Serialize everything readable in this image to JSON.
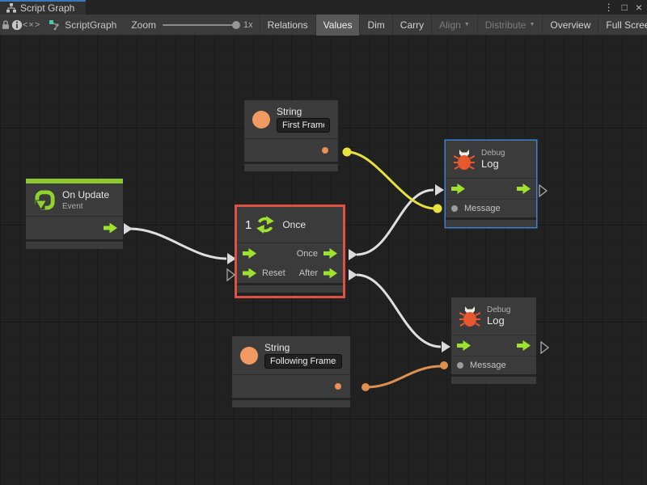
{
  "tab": {
    "title": "Script Graph"
  },
  "window_controls": {
    "menu": "⋮",
    "maximize": "□",
    "close": "×"
  },
  "toolbar": {
    "code_icon_glyph": "<×>",
    "graph_name": "ScriptGraph",
    "zoom_label": "Zoom",
    "zoom_value": "1x",
    "dropdown_glyph": "▼",
    "buttons": [
      {
        "label": "Relations",
        "active": false,
        "enabled": true
      },
      {
        "label": "Values",
        "active": true,
        "enabled": true
      },
      {
        "label": "Dim",
        "active": false,
        "enabled": true
      },
      {
        "label": "Carry",
        "active": false,
        "enabled": true
      },
      {
        "label": "Align",
        "active": false,
        "enabled": false,
        "dropdown": true
      },
      {
        "label": "Distribute",
        "active": false,
        "enabled": false,
        "dropdown": true
      },
      {
        "label": "Overview",
        "active": false,
        "enabled": true
      },
      {
        "label": "Full Screen",
        "active": false,
        "enabled": true
      }
    ]
  },
  "nodes": {
    "on_update": {
      "title": "On Update",
      "subtitle": "Event"
    },
    "string_top": {
      "title": "String",
      "value": "First Frame"
    },
    "once": {
      "badge": "1",
      "title": "Once",
      "out_once": "Once",
      "in_reset": "Reset",
      "out_after": "After"
    },
    "debug_top": {
      "category": "Debug",
      "title": "Log",
      "message": "Message"
    },
    "string_bottom": {
      "title": "String",
      "value": "Following Frames"
    },
    "debug_bottom": {
      "category": "Debug",
      "title": "Log",
      "message": "Message"
    }
  },
  "colors": {
    "flow_green": "#9FE12F",
    "event_strip_green": "#8CC832",
    "string_orange": "#F09A62",
    "bug_orange": "#E8572E",
    "yellow_wire": "#E6E13C",
    "orange_wire": "#DD9050",
    "white_wire": "#DFDFDF",
    "selection_red": "#E05045",
    "highlight_blue": "#4081CE",
    "tab_accent_blue": "#3C78B8"
  }
}
